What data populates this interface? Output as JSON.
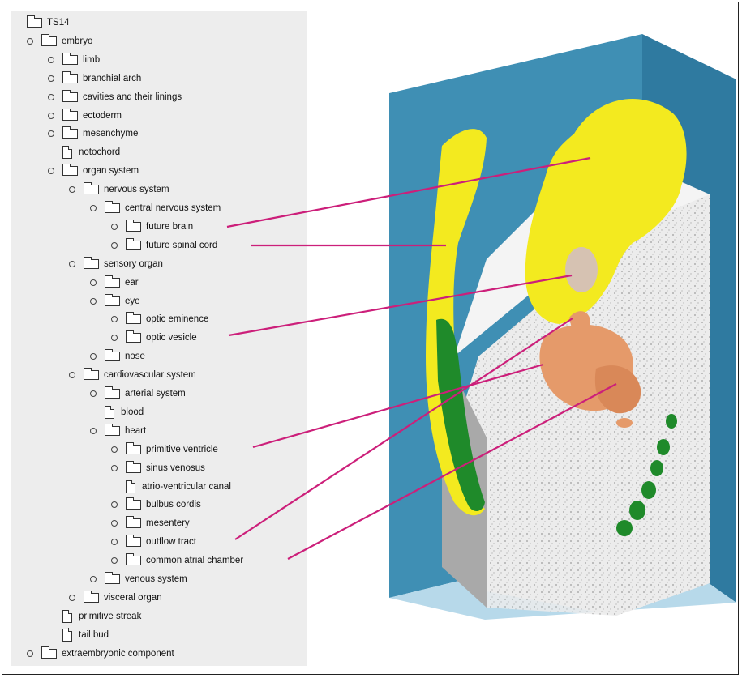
{
  "tree": [
    {
      "label": "TS14",
      "depth": 0,
      "bullet": false,
      "icon": "folder-icon"
    },
    {
      "label": "embryo",
      "depth": 0,
      "bullet": true,
      "icon": "folder-icon"
    },
    {
      "label": "limb",
      "depth": 1,
      "bullet": true,
      "icon": "folder-icon"
    },
    {
      "label": "branchial arch",
      "depth": 1,
      "bullet": true,
      "icon": "folder-icon"
    },
    {
      "label": "cavities and their linings",
      "depth": 1,
      "bullet": true,
      "icon": "folder-icon"
    },
    {
      "label": "ectoderm",
      "depth": 1,
      "bullet": true,
      "icon": "folder-icon"
    },
    {
      "label": "mesenchyme",
      "depth": 1,
      "bullet": true,
      "icon": "folder-icon"
    },
    {
      "label": "notochord",
      "depth": 1,
      "bullet": false,
      "icon": "document-icon"
    },
    {
      "label": "organ system",
      "depth": 1,
      "bullet": true,
      "icon": "folder-icon"
    },
    {
      "label": "nervous system",
      "depth": 2,
      "bullet": true,
      "icon": "folder-icon"
    },
    {
      "label": "central nervous system",
      "depth": 3,
      "bullet": true,
      "icon": "folder-icon"
    },
    {
      "label": "future brain",
      "depth": 4,
      "bullet": true,
      "icon": "folder-icon"
    },
    {
      "label": "future spinal cord",
      "depth": 4,
      "bullet": true,
      "icon": "folder-icon"
    },
    {
      "label": "sensory organ",
      "depth": 2,
      "bullet": true,
      "icon": "folder-icon"
    },
    {
      "label": "ear",
      "depth": 3,
      "bullet": true,
      "icon": "folder-icon"
    },
    {
      "label": "eye",
      "depth": 3,
      "bullet": true,
      "icon": "folder-icon"
    },
    {
      "label": "optic eminence",
      "depth": 4,
      "bullet": true,
      "icon": "folder-icon"
    },
    {
      "label": "optic vesicle",
      "depth": 4,
      "bullet": true,
      "icon": "folder-icon"
    },
    {
      "label": "nose",
      "depth": 3,
      "bullet": true,
      "icon": "folder-icon"
    },
    {
      "label": "cardiovascular system",
      "depth": 2,
      "bullet": true,
      "icon": "folder-icon"
    },
    {
      "label": "arterial system",
      "depth": 3,
      "bullet": true,
      "icon": "folder-icon"
    },
    {
      "label": "blood",
      "depth": 3,
      "bullet": false,
      "icon": "document-icon"
    },
    {
      "label": "heart",
      "depth": 3,
      "bullet": true,
      "icon": "folder-icon"
    },
    {
      "label": "primitive ventricle",
      "depth": 4,
      "bullet": true,
      "icon": "folder-icon"
    },
    {
      "label": "sinus venosus",
      "depth": 4,
      "bullet": true,
      "icon": "folder-icon"
    },
    {
      "label": "atrio-ventricular canal",
      "depth": 4,
      "bullet": false,
      "icon": "document-icon"
    },
    {
      "label": "bulbus cordis",
      "depth": 4,
      "bullet": true,
      "icon": "folder-icon"
    },
    {
      "label": "mesentery",
      "depth": 4,
      "bullet": true,
      "icon": "folder-icon"
    },
    {
      "label": "outflow tract",
      "depth": 4,
      "bullet": true,
      "icon": "folder-icon"
    },
    {
      "label": "common atrial chamber",
      "depth": 4,
      "bullet": true,
      "icon": "folder-icon"
    },
    {
      "label": "venous system",
      "depth": 3,
      "bullet": true,
      "icon": "folder-icon"
    },
    {
      "label": "visceral organ",
      "depth": 2,
      "bullet": true,
      "icon": "folder-icon"
    },
    {
      "label": "primitive streak",
      "depth": 1,
      "bullet": false,
      "icon": "document-icon"
    },
    {
      "label": "tail bud",
      "depth": 1,
      "bullet": false,
      "icon": "document-icon"
    },
    {
      "label": "extraembryonic component",
      "depth": 0,
      "bullet": true,
      "icon": "folder-icon"
    }
  ],
  "leader_lines": [
    {
      "from": "future brain",
      "to_structure": "future-brain"
    },
    {
      "from": "future spinal cord",
      "to_structure": "future-spinal-cord"
    },
    {
      "from": "optic vesicle",
      "to_structure": "optic-vesicle"
    },
    {
      "from": "primitive ventricle",
      "to_structure": "primitive-ventricle"
    },
    {
      "from": "outflow tract",
      "to_structure": "outflow-tract"
    },
    {
      "from": "common atrial chamber",
      "to_structure": "common-atrial-chamber"
    }
  ],
  "colors": {
    "panel_bg": "#ededed",
    "leader_line": "#cc1f7a",
    "neural_tube": "#f3ea1f",
    "optic_vesicle": "#d6c2b2",
    "heart": "#e59a6a",
    "notochord_green": "#1f8a2a",
    "block_blue": "#3f8fb4",
    "section_gray": "#e9e9e9"
  }
}
